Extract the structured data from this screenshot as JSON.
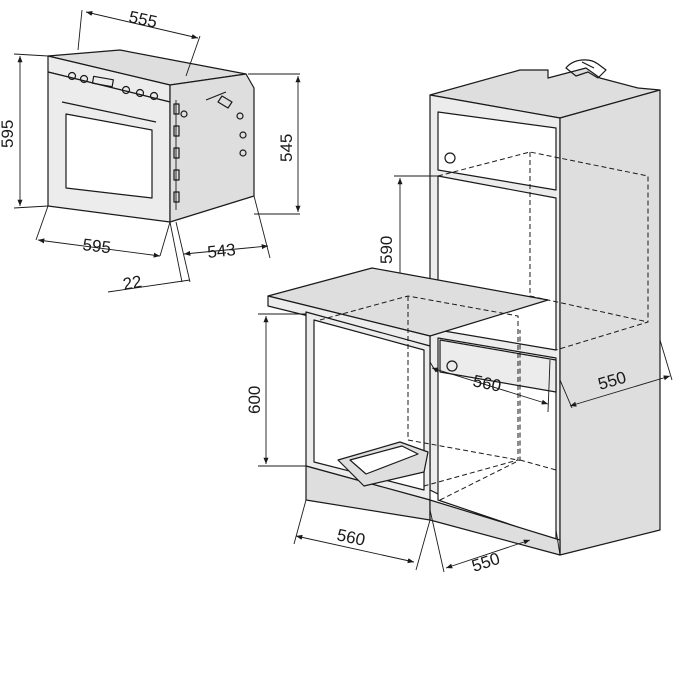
{
  "dimensions": {
    "oven_top_depth": "555",
    "oven_height": "595",
    "oven_side_height": "545",
    "oven_width": "595",
    "oven_door_offset": "22",
    "oven_body_depth": "543",
    "column_niche_height": "590",
    "column_niche_width": "560",
    "column_niche_depth": "550",
    "undercounter_height": "600",
    "undercounter_width": "560",
    "undercounter_depth": "550"
  }
}
